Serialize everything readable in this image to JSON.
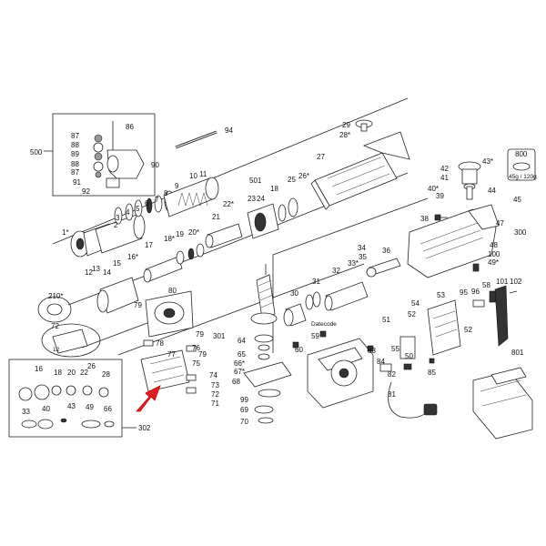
{
  "labels": {
    "l500": "500",
    "l86": "86",
    "l87a": "87",
    "l88a": "88",
    "l89": "89",
    "l88b": "88",
    "l87b": "87",
    "l90": "90",
    "l91": "91",
    "l92": "92",
    "l94": "94",
    "l1": "1*",
    "l2": "2",
    "l3": "3",
    "l4": "4",
    "l5": "5",
    "l6": "6",
    "l7": "7",
    "l8": "8",
    "l9": "9",
    "l10": "10",
    "l11": "11",
    "l12": "12",
    "l13": "13",
    "l14": "14",
    "l15": "15",
    "l16": "16*",
    "l17": "17",
    "l18": "18*",
    "l19": "19",
    "l20": "20*",
    "l21": "21",
    "l22": "22*",
    "l501": "501",
    "l23": "23",
    "l24": "24",
    "l18b": "18",
    "l25": "25",
    "l26": "26*",
    "l27": "27",
    "l28": "28*",
    "l29": "29",
    "l800": "800",
    "l800sub": "45g / 120g",
    "l42": "42",
    "l43": "43*",
    "l41": "41",
    "l40": "40*",
    "l39": "39",
    "l44": "44",
    "l45": "45",
    "l38": "38",
    "l47": "47",
    "l300": "300",
    "l48": "48",
    "l100": "100",
    "l49": "49*",
    "l34": "34",
    "l33": "33*",
    "l35": "35",
    "l36": "36",
    "l32": "32",
    "l31": "31",
    "l30": "30",
    "l210": "210*",
    "l72a": "72",
    "l12b": "12",
    "l80": "80",
    "l79a": "79",
    "l79b": "79",
    "l78": "78",
    "l79c": "79",
    "l76": "76",
    "l77": "77",
    "l75": "75",
    "l74": "74",
    "l73": "73",
    "l72b": "72",
    "l71": "71",
    "l301": "301",
    "l64": "64",
    "l65": "65",
    "l66": "66*",
    "l67": "67*",
    "l68": "68",
    "l99": "99",
    "l69": "69",
    "l70": "70",
    "l59": "59",
    "l60": "60",
    "datecode": "Datecode",
    "l54": "54",
    "l53": "53",
    "l51": "51",
    "l52a": "52",
    "l52b": "52",
    "l55": "55",
    "l50": "50",
    "l82": "82",
    "l83": "83",
    "l84": "84",
    "l85": "85",
    "l81": "81",
    "l95": "95",
    "l96": "96",
    "l58": "58",
    "l101": "101",
    "l102": "102",
    "l801": "801",
    "k16": "16",
    "k18": "18",
    "k20": "20",
    "k22": "22",
    "k26": "26",
    "k28": "28",
    "k33": "33",
    "k40": "40",
    "k43": "43",
    "k49": "49",
    "k66": "66",
    "k302": "302"
  }
}
